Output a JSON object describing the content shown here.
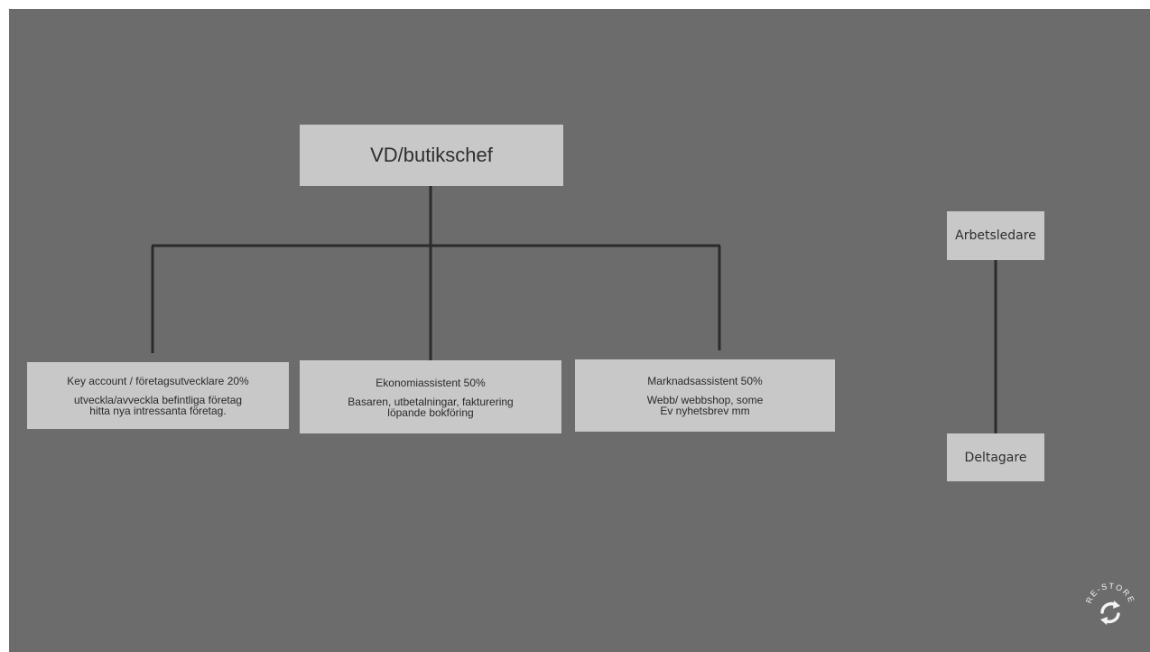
{
  "colors": {
    "background": "#6c6c6c",
    "box_fill": "#c8c8c8",
    "connector": "#2b2b2b",
    "text": "#2a2a2a"
  },
  "root": {
    "title": "VD/butikschef"
  },
  "children": [
    {
      "title": "Key account / företagsutvecklare 20%",
      "desc": "utveckla/avveckla befintliga företag\nhitta nya intressanta företag."
    },
    {
      "title": "Ekonomiassistent 50%",
      "desc": "Basaren, utbetalningar, fakturering\nlöpande bokföring"
    },
    {
      "title": "Marknadsassistent 50%",
      "desc": "Webb/ webbshop, some\nEv nyhetsbrev mm"
    }
  ],
  "side_chart": {
    "top": "Arbetsledare",
    "bottom": "Deltagare"
  },
  "logo": {
    "icon": "recycle-arrows-icon",
    "text": "RE-STORE"
  }
}
